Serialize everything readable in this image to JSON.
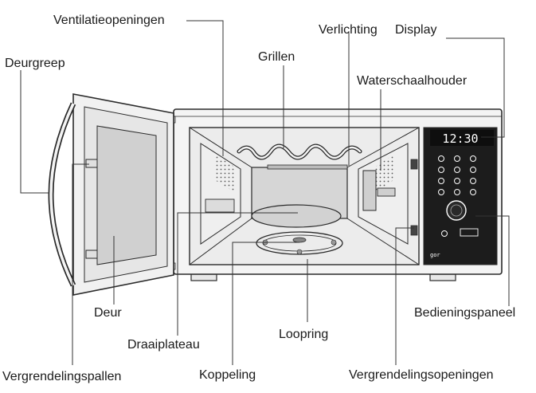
{
  "labels": {
    "ventilatieopeningen": "Ventilatieopeningen",
    "verlichting": "Verlichting",
    "display": "Display",
    "deurgreep": "Deurgreep",
    "grillen": "Grillen",
    "waterschaalhouder": "Waterschaalhouder",
    "deur": "Deur",
    "draaiplateau": "Draaiplateau",
    "loopring": "Loopring",
    "bedieningspaneel": "Bedieningspaneel",
    "vergrendelingspallen": "Vergrendelingspallen",
    "koppeling": "Koppeling",
    "vergrendelingsopeningen": "Vergrendelingsopeningen"
  },
  "panel": {
    "display_text": "12:30",
    "brand_mark": "gor"
  },
  "colors": {
    "line": "#2a2a2a",
    "panel": "#1c1c1c",
    "cavity_shade": "#dcdcdc",
    "door_window": "#d0d0d0"
  }
}
